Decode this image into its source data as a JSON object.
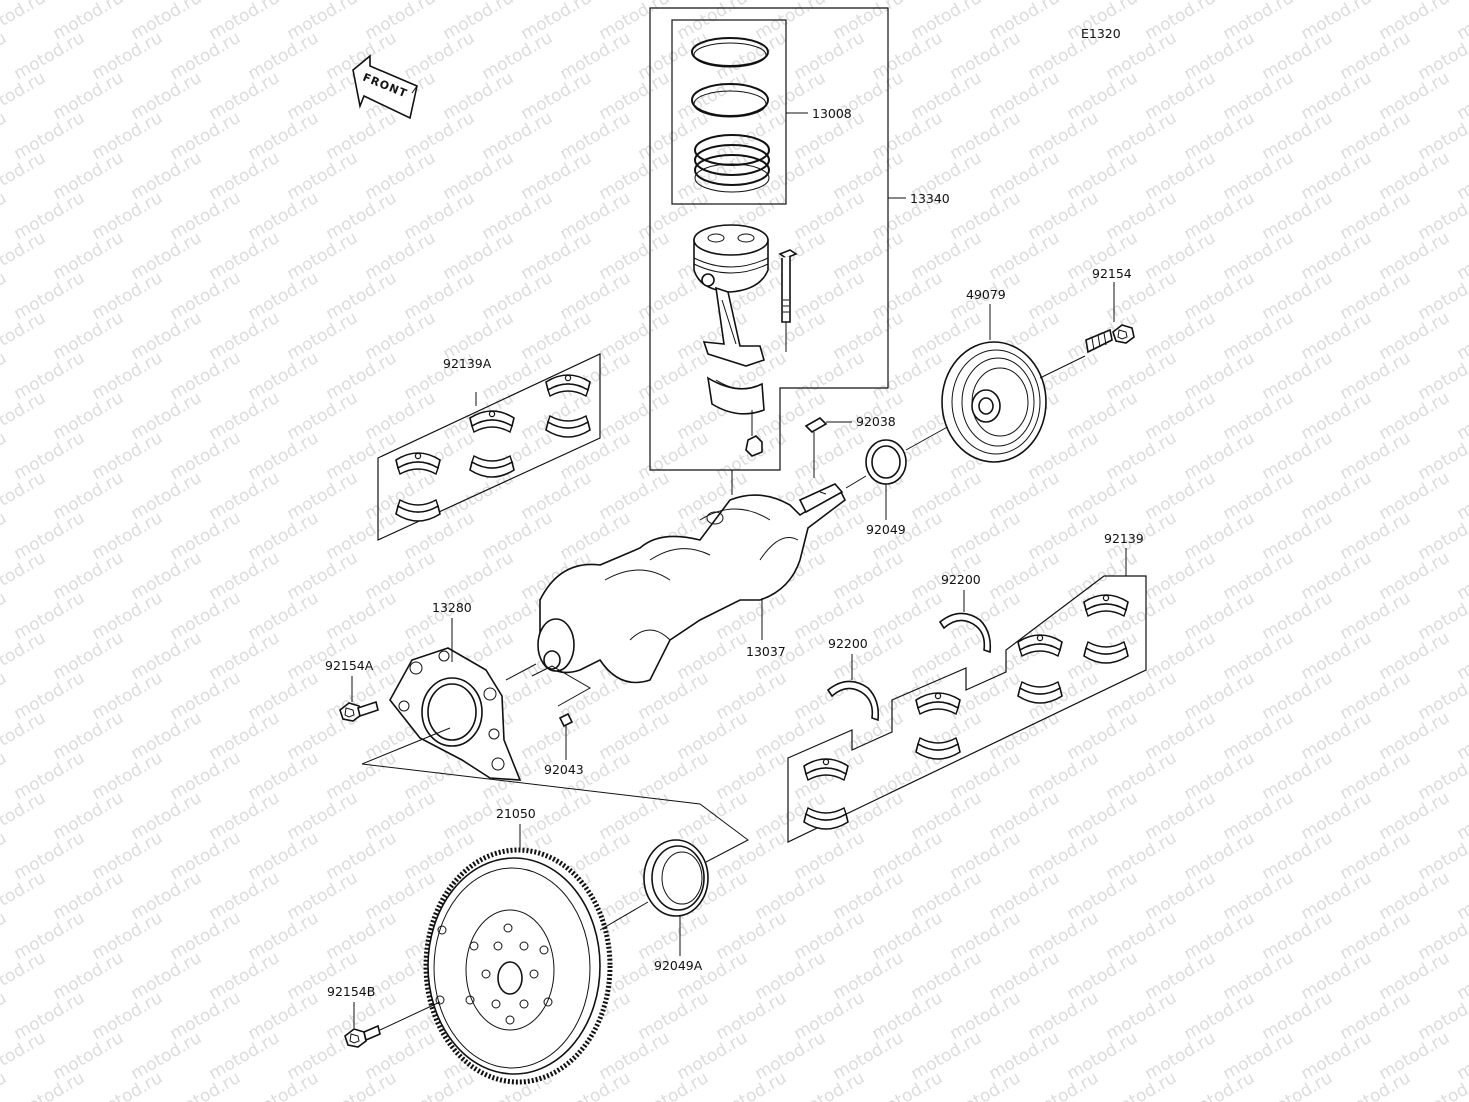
{
  "diagram": {
    "code": "E1320",
    "front_arrow_label": "FRONT",
    "watermark": "motod.ru",
    "parts": {
      "p13008": "13008",
      "p13340": "13340",
      "p92154": "92154",
      "p49079": "49079",
      "p92139A": "92139A",
      "p92038": "92038",
      "p92049": "92049",
      "p92139": "92139",
      "p92200a": "92200",
      "p92200b": "92200",
      "p13280": "13280",
      "p92154A": "92154A",
      "p13037": "13037",
      "p92043": "92043",
      "p21050": "21050",
      "p92049A": "92049A",
      "p92154B": "92154B"
    }
  }
}
